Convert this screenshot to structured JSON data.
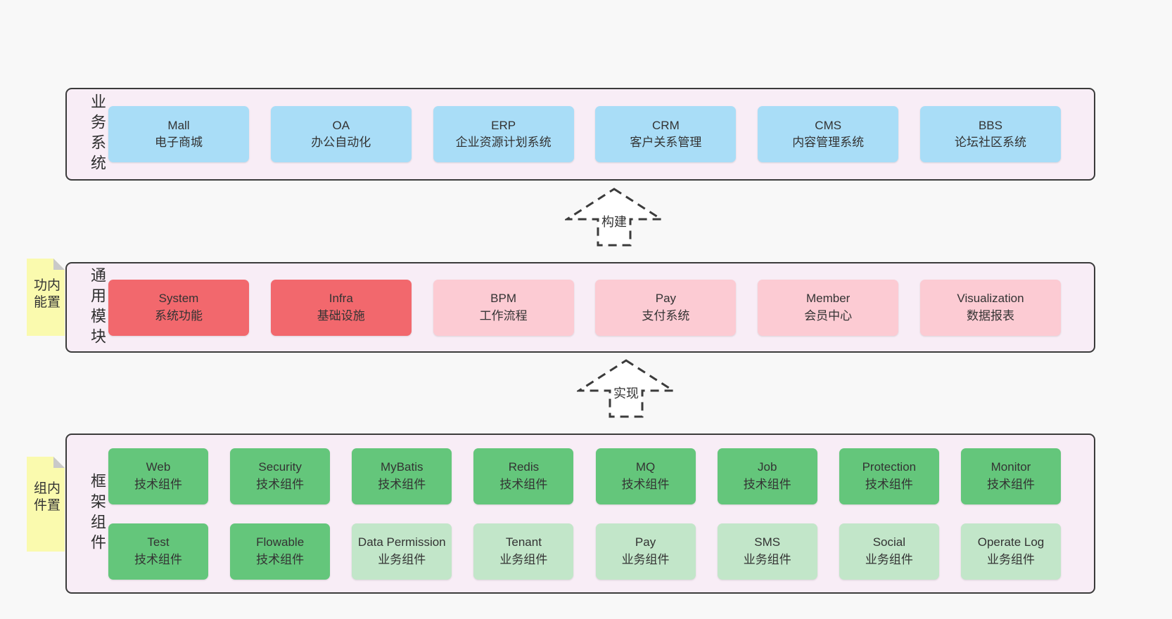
{
  "colors": {
    "page-bg": "#f8f8f8",
    "layer-bg": "#f8edf6",
    "layer-border": "#3b3b3b",
    "blue": "#a9ddf7",
    "red": "#f2686d",
    "pink": "#fccbd3",
    "green": "#64c67b",
    "lightgreen": "#c2e6c9",
    "sticky": "#fafaae",
    "fold": "#c9c9c9",
    "text": "#333333"
  },
  "arrows": [
    {
      "id": "build",
      "label": "构建"
    },
    {
      "id": "implement",
      "label": "实现"
    }
  ],
  "layers": [
    {
      "id": "business",
      "label": "业务系统",
      "items": [
        {
          "name": "Mall",
          "desc": "电子商城",
          "variant": "blue"
        },
        {
          "name": "OA",
          "desc": "办公自动化",
          "variant": "blue"
        },
        {
          "name": "ERP",
          "desc": "企业资源计划系统",
          "variant": "blue"
        },
        {
          "name": "CRM",
          "desc": "客户关系管理",
          "variant": "blue"
        },
        {
          "name": "CMS",
          "desc": "内容管理系统",
          "variant": "blue"
        },
        {
          "name": "BBS",
          "desc": "论坛社区系统",
          "variant": "blue"
        }
      ]
    },
    {
      "id": "modules",
      "label": "通用模块",
      "note": "内置功能",
      "items": [
        {
          "name": "System",
          "desc": "系统功能",
          "variant": "red"
        },
        {
          "name": "Infra",
          "desc": "基础设施",
          "variant": "red"
        },
        {
          "name": "BPM",
          "desc": "工作流程",
          "variant": "pink"
        },
        {
          "name": "Pay",
          "desc": "支付系统",
          "variant": "pink"
        },
        {
          "name": "Member",
          "desc": "会员中心",
          "variant": "pink"
        },
        {
          "name": "Visualization",
          "desc": "数据报表",
          "variant": "pink"
        }
      ]
    },
    {
      "id": "components",
      "label": "框架组件",
      "note": "内置组件",
      "rows": [
        [
          {
            "name": "Web",
            "desc": "技术组件",
            "variant": "green"
          },
          {
            "name": "Security",
            "desc": "技术组件",
            "variant": "green"
          },
          {
            "name": "MyBatis",
            "desc": "技术组件",
            "variant": "green"
          },
          {
            "name": "Redis",
            "desc": "技术组件",
            "variant": "green"
          },
          {
            "name": "MQ",
            "desc": "技术组件",
            "variant": "green"
          },
          {
            "name": "Job",
            "desc": "技术组件",
            "variant": "green"
          },
          {
            "name": "Protection",
            "desc": "技术组件",
            "variant": "green"
          },
          {
            "name": "Monitor",
            "desc": "技术组件",
            "variant": "green"
          }
        ],
        [
          {
            "name": "Test",
            "desc": "技术组件",
            "variant": "green"
          },
          {
            "name": "Flowable",
            "desc": "技术组件",
            "variant": "green"
          },
          {
            "name": "Data Permission",
            "desc": "业务组件",
            "variant": "lightgreen"
          },
          {
            "name": "Tenant",
            "desc": "业务组件",
            "variant": "lightgreen"
          },
          {
            "name": "Pay",
            "desc": "业务组件",
            "variant": "lightgreen"
          },
          {
            "name": "SMS",
            "desc": "业务组件",
            "variant": "lightgreen"
          },
          {
            "name": "Social",
            "desc": "业务组件",
            "variant": "lightgreen"
          },
          {
            "name": "Operate Log",
            "desc": "业务组件",
            "variant": "lightgreen"
          }
        ]
      ]
    }
  ]
}
